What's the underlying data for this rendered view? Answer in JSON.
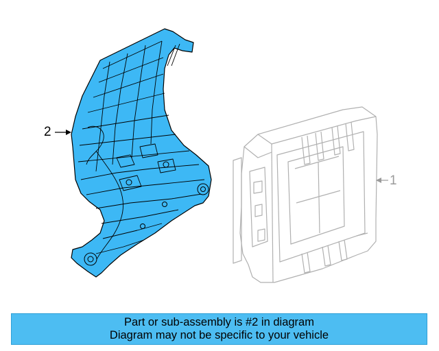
{
  "callouts": {
    "part_2": "2",
    "part_1": "1"
  },
  "banner": {
    "line1": "Part or sub-assembly is #2 in diagram",
    "line2": "Diagram may not be specific to your vehicle"
  },
  "colors": {
    "highlight": "#3db8f5",
    "banner_bg": "#4dbdf2",
    "outline_dark": "#000000",
    "outline_grey": "#b0b0b0"
  }
}
